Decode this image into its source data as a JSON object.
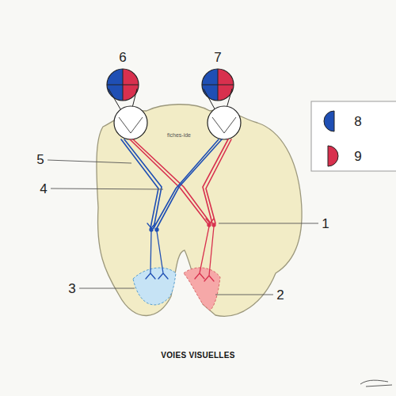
{
  "diagram": {
    "caption": "VOIES VISUELLES",
    "labels": [
      "6",
      "7",
      "fiches-ide",
      "5",
      "4",
      "1",
      "3",
      "2"
    ],
    "legend": [
      {
        "text": "8",
        "color": "#1f4fb4"
      },
      {
        "text": "9",
        "color": "#d8304e"
      }
    ]
  }
}
